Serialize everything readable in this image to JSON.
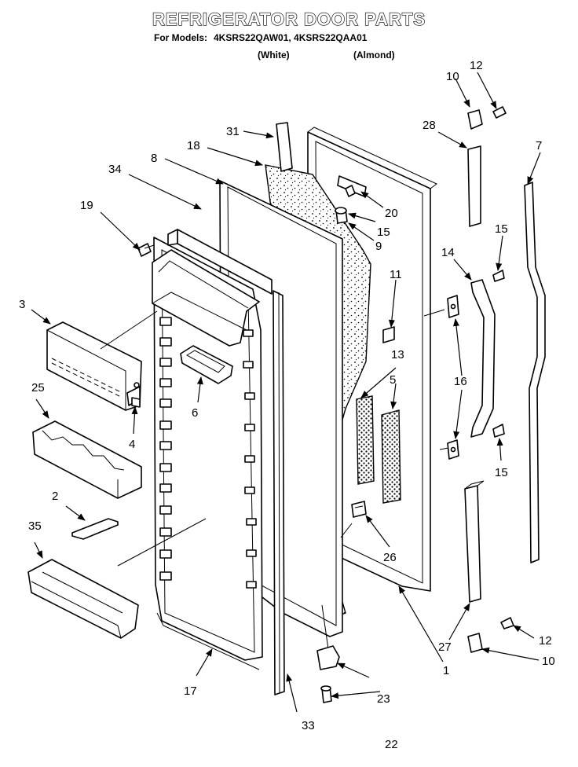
{
  "header": {
    "title": "REFRIGERATOR DOOR PARTS",
    "models_prefix": "For Models:",
    "models": "4KSRS22QAW01, 4KSRS22QAA01",
    "variant_white": "(White)",
    "variant_almond": "(Almond)"
  },
  "callouts": [
    {
      "key": "c1",
      "label": "1"
    },
    {
      "key": "c2",
      "label": "2"
    },
    {
      "key": "c3",
      "label": "3"
    },
    {
      "key": "c4",
      "label": "4"
    },
    {
      "key": "c5",
      "label": "5"
    },
    {
      "key": "c6",
      "label": "6"
    },
    {
      "key": "c7",
      "label": "7"
    },
    {
      "key": "c8",
      "label": "8"
    },
    {
      "key": "c9",
      "label": "9"
    },
    {
      "key": "c10a",
      "label": "10"
    },
    {
      "key": "c10b",
      "label": "10"
    },
    {
      "key": "c11",
      "label": "11"
    },
    {
      "key": "c12a",
      "label": "12"
    },
    {
      "key": "c12b",
      "label": "12"
    },
    {
      "key": "c13",
      "label": "13"
    },
    {
      "key": "c14",
      "label": "14"
    },
    {
      "key": "c15a",
      "label": "15"
    },
    {
      "key": "c15b",
      "label": "15"
    },
    {
      "key": "c15c",
      "label": "15"
    },
    {
      "key": "c16",
      "label": "16"
    },
    {
      "key": "c17",
      "label": "17"
    },
    {
      "key": "c18",
      "label": "18"
    },
    {
      "key": "c19",
      "label": "19"
    },
    {
      "key": "c20",
      "label": "20"
    },
    {
      "key": "c22",
      "label": "22"
    },
    {
      "key": "c23",
      "label": "23"
    },
    {
      "key": "c25",
      "label": "25"
    },
    {
      "key": "c26",
      "label": "26"
    },
    {
      "key": "c27",
      "label": "27"
    },
    {
      "key": "c28",
      "label": "28"
    },
    {
      "key": "c31",
      "label": "31"
    },
    {
      "key": "c33",
      "label": "33"
    },
    {
      "key": "c34",
      "label": "34"
    },
    {
      "key": "c35",
      "label": "35"
    }
  ]
}
